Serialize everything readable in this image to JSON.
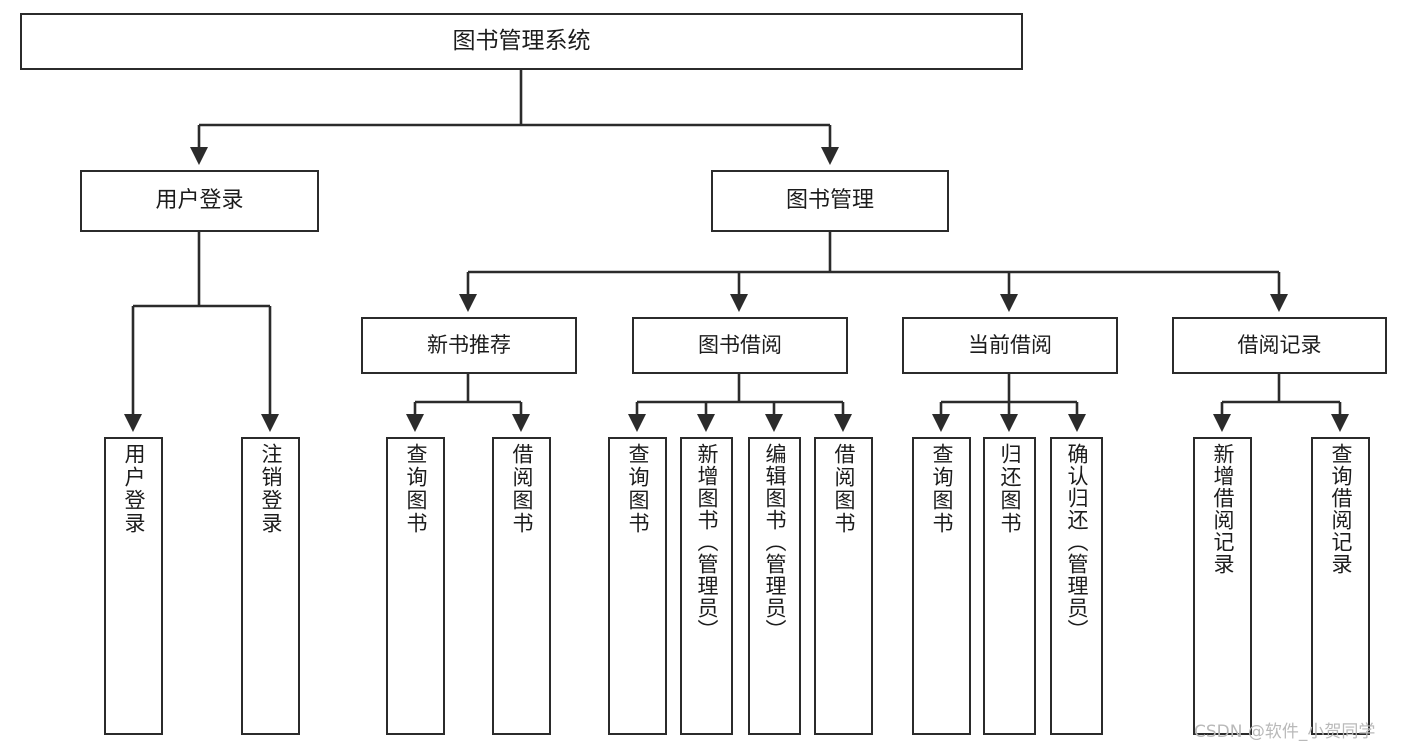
{
  "diagram": {
    "title": "图书管理系统",
    "type": "hierarchy-tree",
    "watermark": "CSDN @软件_小贺同学",
    "colors": {
      "box_border": "#2b2b2b",
      "box_fill": "#ffffff",
      "connector": "#2b2b2b",
      "text": "#1c1c1c",
      "watermark": "#b9b9b9",
      "background": "#ffffff"
    },
    "nodes": {
      "root": {
        "label": "图书管理系统",
        "level": 0
      },
      "level1": [
        {
          "id": "user-login",
          "label": "用户登录"
        },
        {
          "id": "book-management",
          "label": "图书管理"
        }
      ],
      "level2": [
        {
          "id": "new-book-recommend",
          "label": "新书推荐",
          "parent": "book-management"
        },
        {
          "id": "book-borrow",
          "label": "图书借阅",
          "parent": "book-management"
        },
        {
          "id": "current-borrow",
          "label": "当前借阅",
          "parent": "book-management"
        },
        {
          "id": "borrow-record",
          "label": "借阅记录",
          "parent": "book-management"
        }
      ],
      "leaves": [
        {
          "id": "leaf-user-login",
          "label": "用户登录",
          "parent": "user-login"
        },
        {
          "id": "leaf-logout-login",
          "label": "注销登录",
          "parent": "user-login"
        },
        {
          "id": "leaf-query-book-1",
          "label": "查询图书",
          "parent": "new-book-recommend"
        },
        {
          "id": "leaf-borrow-book-1",
          "label": "借阅图书",
          "parent": "new-book-recommend"
        },
        {
          "id": "leaf-query-book-2",
          "label": "查询图书",
          "parent": "book-borrow"
        },
        {
          "id": "leaf-add-book",
          "label": "新增图书（管理员）",
          "parent": "book-borrow"
        },
        {
          "id": "leaf-edit-book",
          "label": "编辑图书（管理员）",
          "parent": "book-borrow"
        },
        {
          "id": "leaf-borrow-book-2",
          "label": "借阅图书",
          "parent": "book-borrow"
        },
        {
          "id": "leaf-query-book-3",
          "label": "查询图书",
          "parent": "current-borrow"
        },
        {
          "id": "leaf-return-book",
          "label": "归还图书",
          "parent": "current-borrow"
        },
        {
          "id": "leaf-confirm-return",
          "label": "确认归还（管理员）",
          "parent": "current-borrow"
        },
        {
          "id": "leaf-add-record",
          "label": "新增借阅记录",
          "parent": "borrow-record"
        },
        {
          "id": "leaf-query-record",
          "label": "查询借阅记录",
          "parent": "borrow-record"
        }
      ]
    }
  }
}
